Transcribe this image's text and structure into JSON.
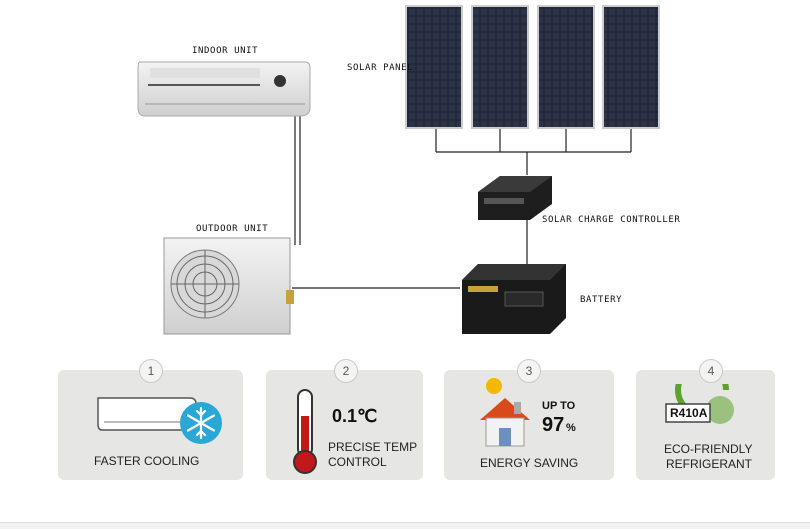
{
  "labels": {
    "indoor_unit": "INDOOR UNIT",
    "outdoor_unit": "OUTDOOR UNIT",
    "solar_panel": "SOLAR PANEL",
    "solar_charge_controller": "SOLAR CHARGE CONTROLLER",
    "battery": "BATTERY"
  },
  "features": [
    {
      "number": "1",
      "text": "FASTER COOLING"
    },
    {
      "number": "2",
      "value": "0.1℃",
      "line1": "PRECISE TEMP",
      "line2": "CONTROL"
    },
    {
      "number": "3",
      "upto": "UP TO",
      "percent": "97",
      "percent_sign": "%",
      "text": "ENERGY SAVING"
    },
    {
      "number": "4",
      "badge": "R410A",
      "line1": "ECO-FRIENDLY",
      "line2": "REFRIGERANT"
    }
  ],
  "colors": {
    "card_bg": "#e6e6e4",
    "snowflake": "#2aa7d6",
    "thermometer": "#c0181b",
    "eco_green": "#5da22c"
  }
}
